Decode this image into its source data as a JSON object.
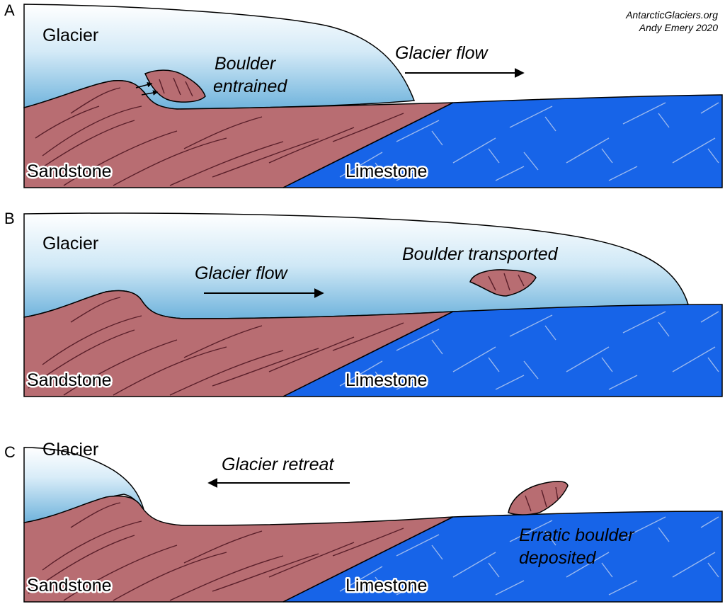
{
  "credit": {
    "line1": "AntarcticGlaciers.org",
    "line2": "Andy Emery 2020"
  },
  "panels": [
    {
      "letter": "A",
      "glacier_label": "Glacier",
      "rock_left": "Sandstone",
      "rock_right": "Limestone",
      "boulder_label_1": "Boulder",
      "boulder_label_2": "entrained",
      "flow_label": "Glacier flow",
      "flow_direction": "right"
    },
    {
      "letter": "B",
      "glacier_label": "Glacier",
      "rock_left": "Sandstone",
      "rock_right": "Limestone",
      "boulder_label": "Boulder transported",
      "flow_label": "Glacier flow",
      "flow_direction": "right"
    },
    {
      "letter": "C",
      "glacier_label": "Glacier",
      "rock_left": "Sandstone",
      "rock_right": "Limestone",
      "retreat_label": "Glacier retreat",
      "retreat_direction": "left",
      "erratic_label_1": "Erratic boulder",
      "erratic_label_2": "deposited"
    }
  ],
  "colors": {
    "sandstone": "#b86d72",
    "limestone": "#1764e8",
    "glacier_top": "#ffffff",
    "glacier_bottom": "#6fb3dc",
    "outline": "#000000"
  }
}
